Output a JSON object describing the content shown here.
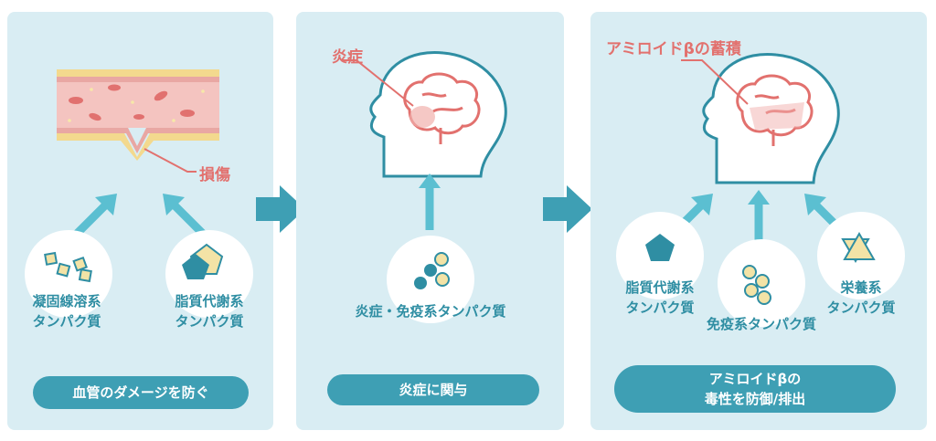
{
  "colors": {
    "panel": "#d9edf3",
    "accent": "#3e9fb4",
    "label": "#2f8ea3",
    "red": "#e2716e",
    "protein_yellow": "#f3e3a6"
  },
  "panel1": {
    "damage_label": "損傷",
    "protein_left": "凝固線溶系\nタンパク質",
    "protein_right": "脂質代謝系\nタンパク質",
    "button": "血管のダメージを防ぐ"
  },
  "panel2": {
    "callout": "炎症",
    "protein": "炎症・免疫系タンパク質",
    "button": "炎症に関与"
  },
  "panel3": {
    "callout": "アミロイドβの蓄積",
    "protein_left": "脂質代謝系\nタンパク質",
    "protein_center": "免疫系タンパク質",
    "protein_right": "栄養系\nタンパク質",
    "button": "アミロイドβの\n毒性を防御/排出"
  }
}
